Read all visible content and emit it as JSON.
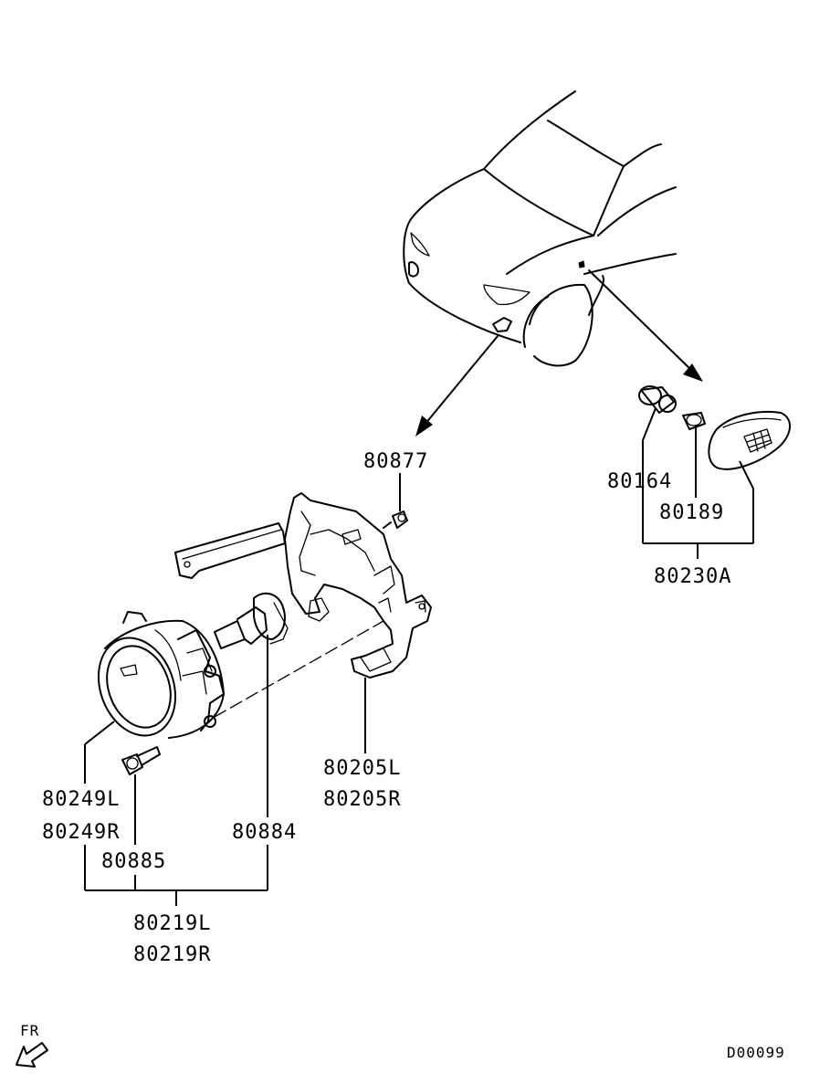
{
  "parts": {
    "p80877": "80877",
    "p80164": "80164",
    "p80189": "80189",
    "p80230A": "80230A",
    "p80205L": "80205L",
    "p80205R": "80205R",
    "p80249L": "80249L",
    "p80249R": "80249R",
    "p80884": "80884",
    "p80885": "80885",
    "p80219L": "80219L",
    "p80219R": "80219R"
  },
  "orientation": {
    "label": "FR",
    "icon": "front-arrow-icon"
  },
  "diagram_code": "D00099"
}
